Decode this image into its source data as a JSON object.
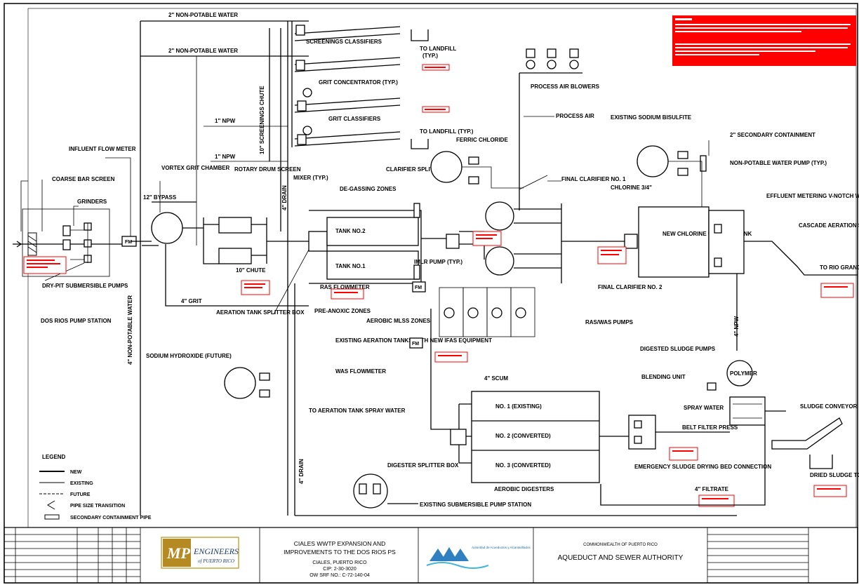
{
  "labels": {
    "npw_water_1": "2\" NON-POTABLE WATER",
    "npw_water_2": "2\" NON-POTABLE WATER",
    "screenings_classifiers": "SCREENINGS CLASSIFIERS",
    "to_landfill_1": "TO LANDFILL",
    "typ": "(TYP.)",
    "grit_concentrator": "GRIT CONCENTRATOR (TYP.)",
    "grit_classifiers": "GRIT CLASSIFIERS",
    "to_landfill_2": "TO LANDFILL (TYP.)",
    "process_air_blowers": "PROCESS AIR BLOWERS",
    "process_air": "PROCESS AIR",
    "existing_sodium_bisulfite": "EXISTING SODIUM BISULFITE",
    "secondary_containment": "2\" SECONDARY CONTAINMENT",
    "npw_pump": "NON-POTABLE WATER PUMP (TYP.)",
    "effluent_metering": "EFFLUENT METERING V-NOTCH WEIR",
    "cascade_aeration": "CASCADE AERATION STRUCTURE",
    "to_rio_grande": "TO RIO GRANDE DE MANATI",
    "influent_flow_meter": "INFLUENT FLOW METER",
    "coarse_bar_screen": "COARSE BAR SCREEN",
    "grinders": "GRINDERS",
    "dry_pit_pumps": "DRY-PIT SUBMERSIBLE PUMPS",
    "dos_rios_ps": "DOS RIOS PUMP STATION",
    "vortex_grit": "VORTEX GRIT CHAMBER",
    "rotary_drum": "ROTARY DRUM SCREEN",
    "bypass": "12\" BYPASS",
    "npw_1": "1\" NPW",
    "npw_2": "1\" NPW",
    "screenings_chute": "10\" SCREENINGS CHUTE",
    "ferric_chloride": "FERRIC CHLORIDE",
    "clarifier_splitter": "CLARIFIER SPLITTER BOX",
    "final_clarifier_1": "FINAL CLARIFIER NO. 1",
    "final_clarifier_2": "FINAL CLARIFIER NO. 2",
    "chlorine": "CHLORINE 3/4\"",
    "chlorine_contact": "NEW CHLORINE CONTACT TANK",
    "mixer": "MIXER (TYP.)",
    "degassing": "DE-GASSING ZONES",
    "tank_no2": "TANK NO.2",
    "tank_no1": "TANK NO.1",
    "imlr_pump": "IMLR PUMP (TYP.)",
    "ras_flowmeter": "RAS FLOWMETER",
    "pre_anoxic": "PRE-ANOXIC ZONES",
    "aerobic_mlss": "AEROBIC MLSS ZONES",
    "ras_was_pumps": "RAS/WAS PUMPS",
    "aeration_splitter": "AERATION TANK SPLITTER BOX",
    "chute_10": "10\" CHUTE",
    "grit_4": "4\" GRIT",
    "npw_vertical": "4\" NON-POTABLE WATER",
    "existing_aeration": "EXISTING AERATION TANKS WITH NEW IFAS EQUIPMENT",
    "was_flowmeter": "WAS FLOWMETER",
    "scum": "4\" SCUM",
    "sodium_hydroxide": "SODIUM HYDROXIDE (FUTURE)",
    "aeration_spray": "TO AERATION TANK SPRAY WATER",
    "digested_sludge_pumps": "DIGESTED SLUDGE PUMPS",
    "blending_unit": "BLENDING UNIT",
    "polymer": "POLYMER",
    "spray_water": "SPRAY WATER",
    "belt_filter": "BELT FILTER PRESS",
    "sludge_conveyor": "SLUDGE CONVEYOR",
    "dried_sludge": "DRIED SLUDGE TO LANDFILL",
    "dig_no1": "NO. 1 (EXISTING)",
    "dig_no2": "NO. 2 (CONVERTED)",
    "dig_no3": "NO. 3 (CONVERTED)",
    "aerobic_digesters": "AEROBIC DIGESTERS",
    "digester_splitter": "DIGESTER SPLITTER BOX",
    "emergency_sludge": "EMERGENCY SLUDGE DRYING BED CONNECTION",
    "filtrate": "4\" FILTRATE",
    "existing_sub_ps": "EXISTING SUBMERSIBLE PUMP STATION",
    "drain": "4\" DRAIN",
    "npw_right": "4\" NPW",
    "fm": "FM"
  },
  "legend": {
    "title": "LEGEND",
    "items": [
      "NEW",
      "EXISTING",
      "FUTURE",
      "PIPE SIZE TRANSITION",
      "SECONDARY CONTAINMENT PIPE"
    ]
  },
  "title_block": {
    "company_mark": "MP",
    "company_name": "ENGINEERS",
    "company_sub": "of PUERTO RICO",
    "project_line1": "CIALES WWTP EXPANSION AND",
    "project_line2": "IMPROVEMENTS TO THE DOS RIOS PS",
    "project_line3": "CIALES, PUERTO RICO",
    "project_line4": "CIP: 2-30-3020",
    "project_line5": "OW SRF NO.: C-72-140-04",
    "agency_small": "Autoridad de Acueductos y Alcantarillados",
    "commonwealth": "COMMONWEALTH OF PUERTO RICO",
    "authority": "AQUEDUCT AND SEWER AUTHORITY"
  },
  "colors": {
    "line": "#000000",
    "note": "#ff0000"
  }
}
